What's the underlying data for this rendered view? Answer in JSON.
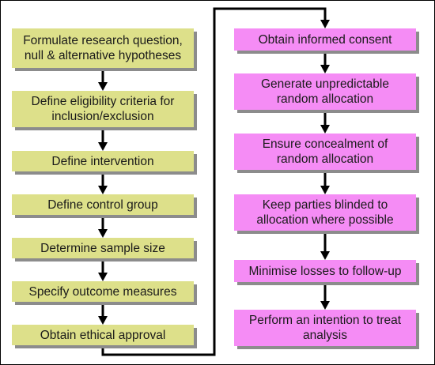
{
  "colors": {
    "left_fill": "#dde08a",
    "right_fill": "#f58cf5",
    "line": "#000000",
    "shadow": "#8c8c8c"
  },
  "left_steps": [
    "Formulate research question,\nnull & alternative hypotheses",
    "Define eligibility criteria for\ninclusion/exclusion",
    "Define intervention",
    "Define control group",
    "Determine sample size",
    "Specify outcome measures",
    "Obtain ethical approval"
  ],
  "right_steps": [
    "Obtain informed consent",
    "Generate unpredictable\nrandom allocation",
    "Ensure concealment of\nrandom allocation",
    "Keep parties blinded to\nallocation where possible",
    "Minimise losses to follow-up",
    "Perform an intention to treat\nanalysis"
  ]
}
